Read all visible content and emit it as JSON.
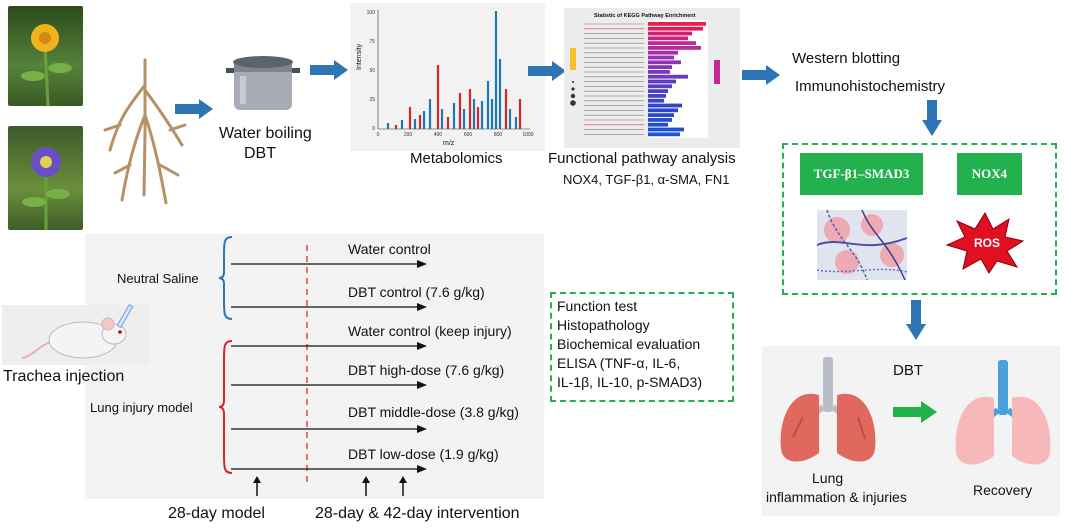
{
  "top_flow": {
    "water_boiling": "Water boiling",
    "dbt": "DBT",
    "metabolomics": "Metabolomics",
    "functional_pathway": "Functional pathway analysis",
    "markers": "NOX4, TGF-β1, α-SMA, FN1",
    "western_blotting": "Western blotting",
    "immunohistochemistry": "Immunohistochemistry"
  },
  "mass_spec": {
    "ylabel": "Intensity",
    "xlabel": "m/z",
    "xticks": [
      "0",
      "200",
      "400",
      "600",
      "800",
      "1000"
    ],
    "yticks": [
      "0",
      "25",
      "50",
      "75",
      "100"
    ]
  },
  "kegg": {
    "title": "Statistic of KEGG Pathway Enrichment"
  },
  "mechanism": {
    "tgf_box": "TGF-β1–SMAD3",
    "nox_box": "NOX4",
    "ros": "ROS"
  },
  "experiment": {
    "trachea_injection": "Trachea injection",
    "neutral_saline": "Neutral Saline",
    "lung_injury_model": "Lung injury model",
    "groups": [
      "Water control",
      "DBT control (7.6 g/kg)",
      "Water control (keep injury)",
      "DBT high-dose (7.6 g/kg)",
      "DBT middle-dose (3.8 g/kg)",
      "DBT low-dose (1.9 g/kg)"
    ],
    "model_label": "28-day model",
    "intervention_label": "28-day & 42-day intervention"
  },
  "tests": [
    "Function test",
    "Histopathology",
    "Biochemical evaluation",
    "ELISA (TNF-α, IL-6,",
    "IL-1β, IL-10, p-SMAD3)"
  ],
  "outcome": {
    "dbt": "DBT",
    "lung_label_1": "Lung",
    "lung_label_2": "inflammation & injuries",
    "recovery": "Recovery"
  },
  "colors": {
    "arrow_blue": "#2e75b6",
    "green": "#22b14c",
    "red_dash": "#e8443a",
    "bracket_blue": "#2e75b6",
    "bracket_red": "#d62728"
  }
}
